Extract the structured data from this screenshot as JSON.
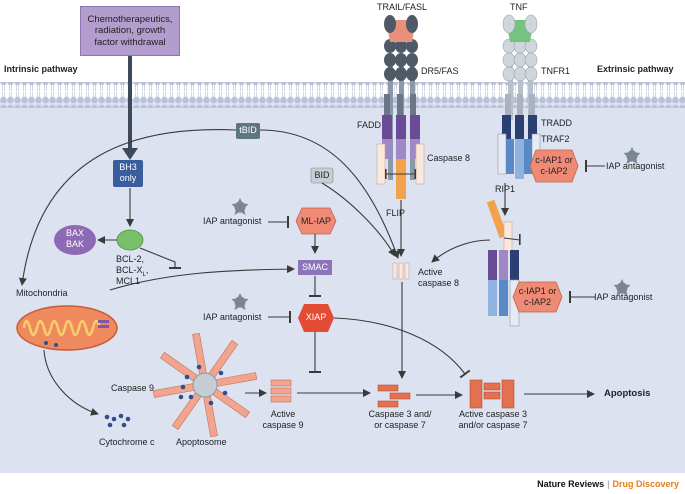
{
  "stimulus": {
    "line1": "Chemotherapeutics,",
    "line2": "radiation, growth",
    "line3": "factor withdrawal"
  },
  "pathways": {
    "intrinsic": "Intrinsic pathway",
    "extrinsic": "Extrinsic pathway"
  },
  "receptors": {
    "trail_fasl": "TRAIL/FASL",
    "tnf": "TNF",
    "dr5_fas": "DR5/FAS",
    "tnfr1": "TNFR1",
    "fadd": "FADD",
    "tradd": "TRADD",
    "traf2": "TRAF2",
    "caspase8": "Caspase 8",
    "flip": "FLIP",
    "rip1": "RIP1"
  },
  "proteins": {
    "tbid": "tBID",
    "bid": "BID",
    "bh3_line1": "BH3",
    "bh3_line2": "only",
    "bax": "BAX",
    "bak": "BAK",
    "bcl2_line1": "BCL-2,",
    "bcl2_line2": "BCL-X",
    "bcl2_sub": "L",
    "bcl2_comma": ",",
    "bcl2_line3": "MCL1",
    "mliap": "ML-IAP",
    "smac": "SMAC",
    "xiap": "XIAP",
    "ciap_top_line1": "c-IAP1 or",
    "ciap_top_line2": "c-IAP2",
    "ciap_bottom_line1": "c-IAP1 or",
    "ciap_bottom_line2": "c-IAP2"
  },
  "antagonists": {
    "mliap": "IAP antagonist",
    "xiap": "IAP antagonist",
    "ciap_top": "IAP antagonist",
    "ciap_bottom": "IAP antagonist"
  },
  "labels": {
    "mitochondria": "Mitochondria",
    "active_caspase8_line1": "Active",
    "active_caspase8_line2": "caspase 8",
    "caspase9": "Caspase 9",
    "cytochrome": "Cytochrome c",
    "apoptosome": "Apoptosome",
    "active_caspase9_line1": "Active",
    "active_caspase9_line2": "caspase 9",
    "caspase37_line1": "Caspase 3 and/",
    "caspase37_line2": "or caspase 7",
    "active_caspase37_line1": "Active caspase 3",
    "active_caspase37_line2": "and/or caspase 7",
    "apoptosis": "Apoptosis"
  },
  "footer": {
    "journal": "Nature Reviews",
    "separator": "|",
    "section": "Drug Discovery"
  },
  "colors": {
    "cytoplasm": "#dde2f0",
    "membrane_head": "#b9c2d9",
    "stimulus": "#b39dce",
    "inhibitor_red": "#e44b34",
    "caspase_salmon": "#e88a6c",
    "bcl2_green": "#79c06a",
    "bax_purple": "#8f6ab4",
    "smac_purple": "#8c74b8",
    "antagonist_grey": "#7b8790",
    "arrow": "#3a3a3a",
    "footer_accent": "#e87d16"
  }
}
